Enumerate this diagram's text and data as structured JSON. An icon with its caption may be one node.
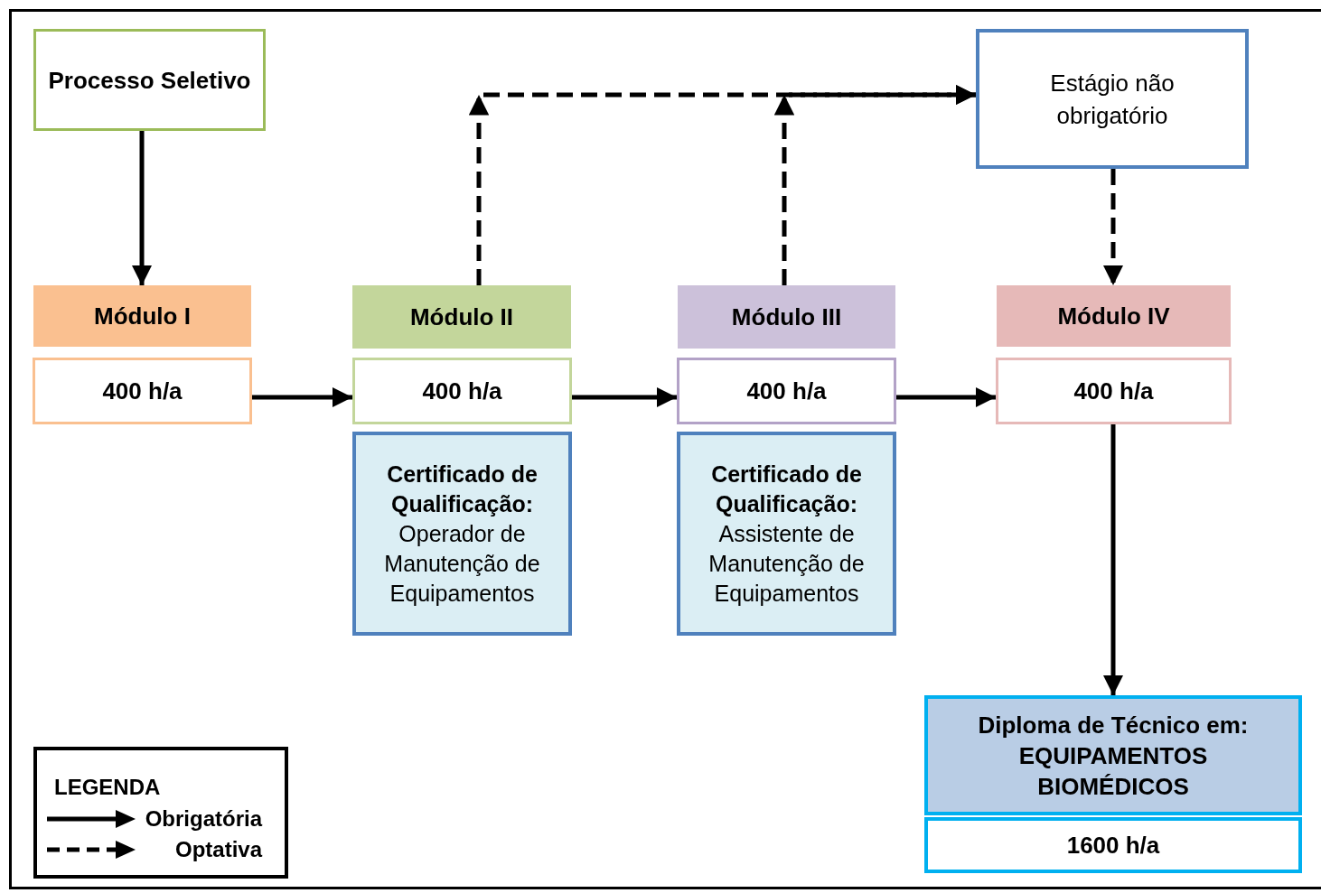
{
  "diagram": {
    "nodes": [
      {
        "text": [
          "Processo Seletivo"
        ]
      },
      {
        "text": [
          "Módulo I"
        ]
      },
      {
        "text": [
          "400 h/a"
        ]
      },
      {
        "text": [
          "Módulo II"
        ]
      },
      {
        "text": [
          "400 h/a"
        ]
      },
      {
        "text": [
          "Certificado de Qualificação:",
          "Operador de Manutenção de Equipamentos"
        ]
      },
      {
        "text": [
          "Módulo III"
        ]
      },
      {
        "text": [
          "400 h/a"
        ]
      },
      {
        "text": [
          "Certificado de Qualificação:",
          "Assistente de Manutenção de Equipamentos"
        ]
      },
      {
        "text": [
          "Módulo IV"
        ]
      },
      {
        "text": [
          "400 h/a"
        ]
      },
      {
        "text": [
          "Estágio não obrigatório"
        ]
      },
      {
        "text": [
          "Diploma de Técnico em:",
          "EQUIPAMENTOS BIOMÉDICOS"
        ]
      },
      {
        "text": [
          "1600 h/a"
        ]
      }
    ],
    "edges": [
      {
        "from": 0,
        "to": 1,
        "arrow": "to"
      },
      {
        "from": 2,
        "to": 4,
        "arrow": "to"
      },
      {
        "from": 4,
        "to": 7,
        "arrow": "to"
      },
      {
        "from": 7,
        "to": 10,
        "arrow": "to"
      },
      {
        "from": 3,
        "to": 11,
        "arrow": "to",
        "style": "dashed"
      },
      {
        "from": 6,
        "to": 11,
        "arrow": "to",
        "style": "dashed"
      },
      {
        "from": 11,
        "to": 9,
        "arrow": "to",
        "style": "dashed"
      },
      {
        "from": 10,
        "to": 12,
        "arrow": "to"
      }
    ],
    "labels": [
      "LEGENDA"
    ],
    "legend": [
      {
        "text": "Obrigatória"
      },
      {
        "text": "Optativa"
      }
    ]
  }
}
